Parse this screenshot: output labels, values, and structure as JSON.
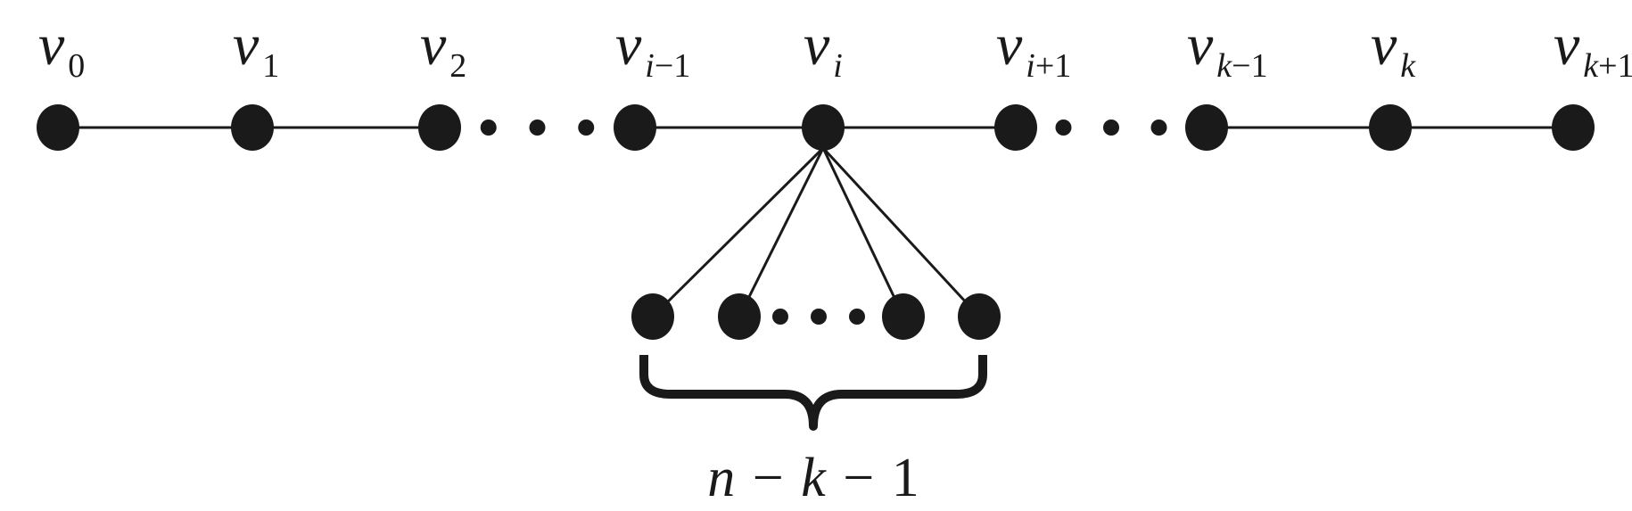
{
  "path_vertices": [
    {
      "base": "v",
      "sub": "0"
    },
    {
      "base": "v",
      "sub": "1"
    },
    {
      "base": "v",
      "sub": "2"
    },
    {
      "base": "v",
      "sub": "i−1"
    },
    {
      "base": "v",
      "sub": "i"
    },
    {
      "base": "v",
      "sub": "i+1"
    },
    {
      "base": "v",
      "sub": "k−1"
    },
    {
      "base": "v",
      "sub": "k"
    },
    {
      "base": "v",
      "sub": "k+1"
    }
  ],
  "ellipsis_after_vertex": [
    2,
    5
  ],
  "center_vertex_index": 4,
  "leaf_group": {
    "visible_leaves": 4,
    "count_label": {
      "a": "n",
      "op1": "−",
      "b": "k",
      "op2": "−",
      "c": "1"
    }
  }
}
